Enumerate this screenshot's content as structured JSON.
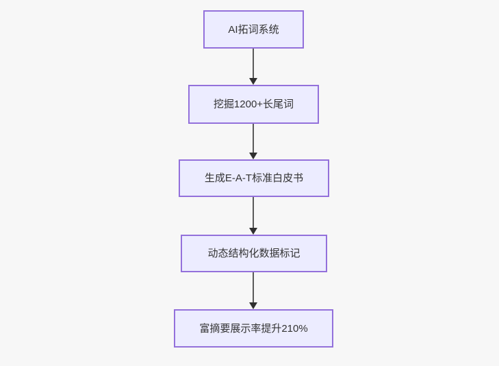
{
  "diagram": {
    "type": "flowchart",
    "direction": "top-down",
    "colors": {
      "bg": "#f7f7f7",
      "node-fill": "#ECECFF",
      "node-border": "#9370DB",
      "text": "#333333",
      "arrow-line": "#5a5a5a",
      "arrow-head": "#2f2f2f"
    },
    "nodes": [
      {
        "label": "AI拓词系统"
      },
      {
        "label": "挖掘1200+长尾词"
      },
      {
        "label": "生成E-A-T标准白皮书"
      },
      {
        "label": "动态结构化数据标记"
      },
      {
        "label": "富摘要展示率提升210%"
      }
    ],
    "edges": [
      {
        "from": 1,
        "to": 2,
        "style": "arrow-down"
      },
      {
        "from": 2,
        "to": 3,
        "style": "arrow-down"
      },
      {
        "from": 3,
        "to": 4,
        "style": "arrow-down"
      },
      {
        "from": 4,
        "to": 5,
        "style": "arrow-down"
      }
    ]
  }
}
